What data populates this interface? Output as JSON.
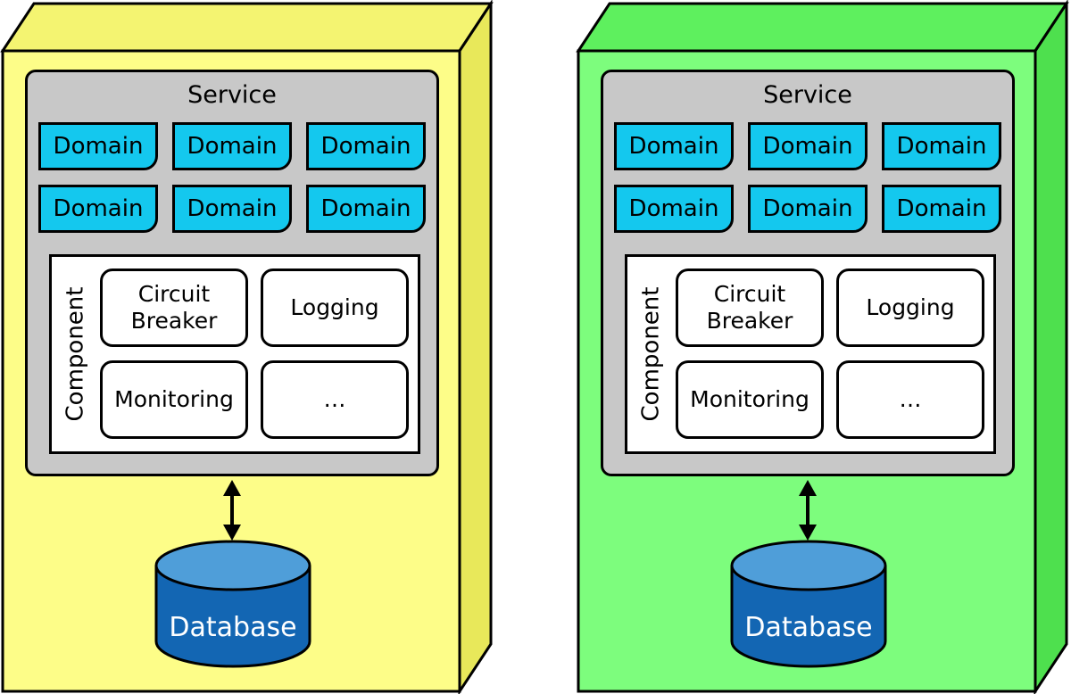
{
  "colors": {
    "left_box": "#fdfd88",
    "right_box": "#7dfd7d",
    "service_bg": "#c8c8c8",
    "domain_bg": "#14c8ee",
    "database": "#1366b3",
    "database_top": "#4f9ed9"
  },
  "icons": [
    "double-arrow-icon",
    "database-cylinder-icon"
  ],
  "left": {
    "service_title": "Service",
    "domains": [
      "Domain",
      "Domain",
      "Domain",
      "Domain",
      "Domain",
      "Domain"
    ],
    "component_label": "Component",
    "components": {
      "circuit_breaker": "Circuit Breaker",
      "logging": "Logging",
      "monitoring": "Monitoring",
      "more": "…"
    },
    "database_label": "Database"
  },
  "right": {
    "service_title": "Service",
    "domains": [
      "Domain",
      "Domain",
      "Domain",
      "Domain",
      "Domain",
      "Domain"
    ],
    "component_label": "Component",
    "components": {
      "circuit_breaker": "Circuit Breaker",
      "logging": "Logging",
      "monitoring": "Monitoring",
      "more": "…"
    },
    "database_label": "Database"
  }
}
